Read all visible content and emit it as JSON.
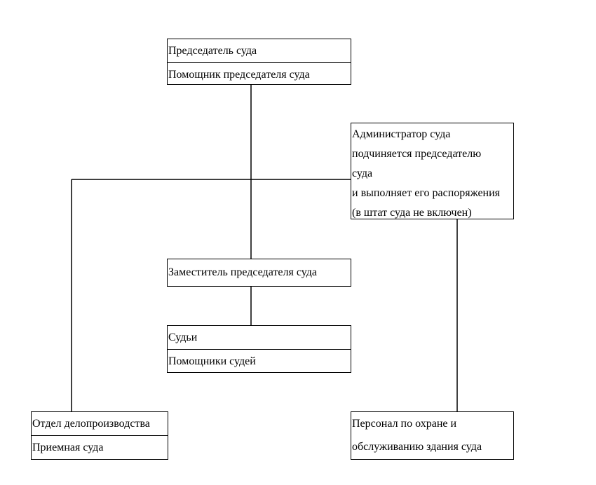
{
  "chairman_box": {
    "title": "Председатель суда",
    "subtitle": "Помощник председателя суда"
  },
  "administrator_box": {
    "lines": [
      "Администратор суда",
      "подчиняется председателю",
      "суда",
      "и выполняет его распоряжения",
      "(в штат суда не включен)"
    ]
  },
  "deputy_box": {
    "title": "Заместитель председателя суда"
  },
  "judges_box": {
    "title": "Судьи",
    "subtitle": "Помощники судей"
  },
  "records_box": {
    "title": "Отдел делопроизводства",
    "subtitle": "Приемная суда"
  },
  "security_box": {
    "title": "Персонал по охране и",
    "subtitle": "обслуживанию здания суда"
  }
}
